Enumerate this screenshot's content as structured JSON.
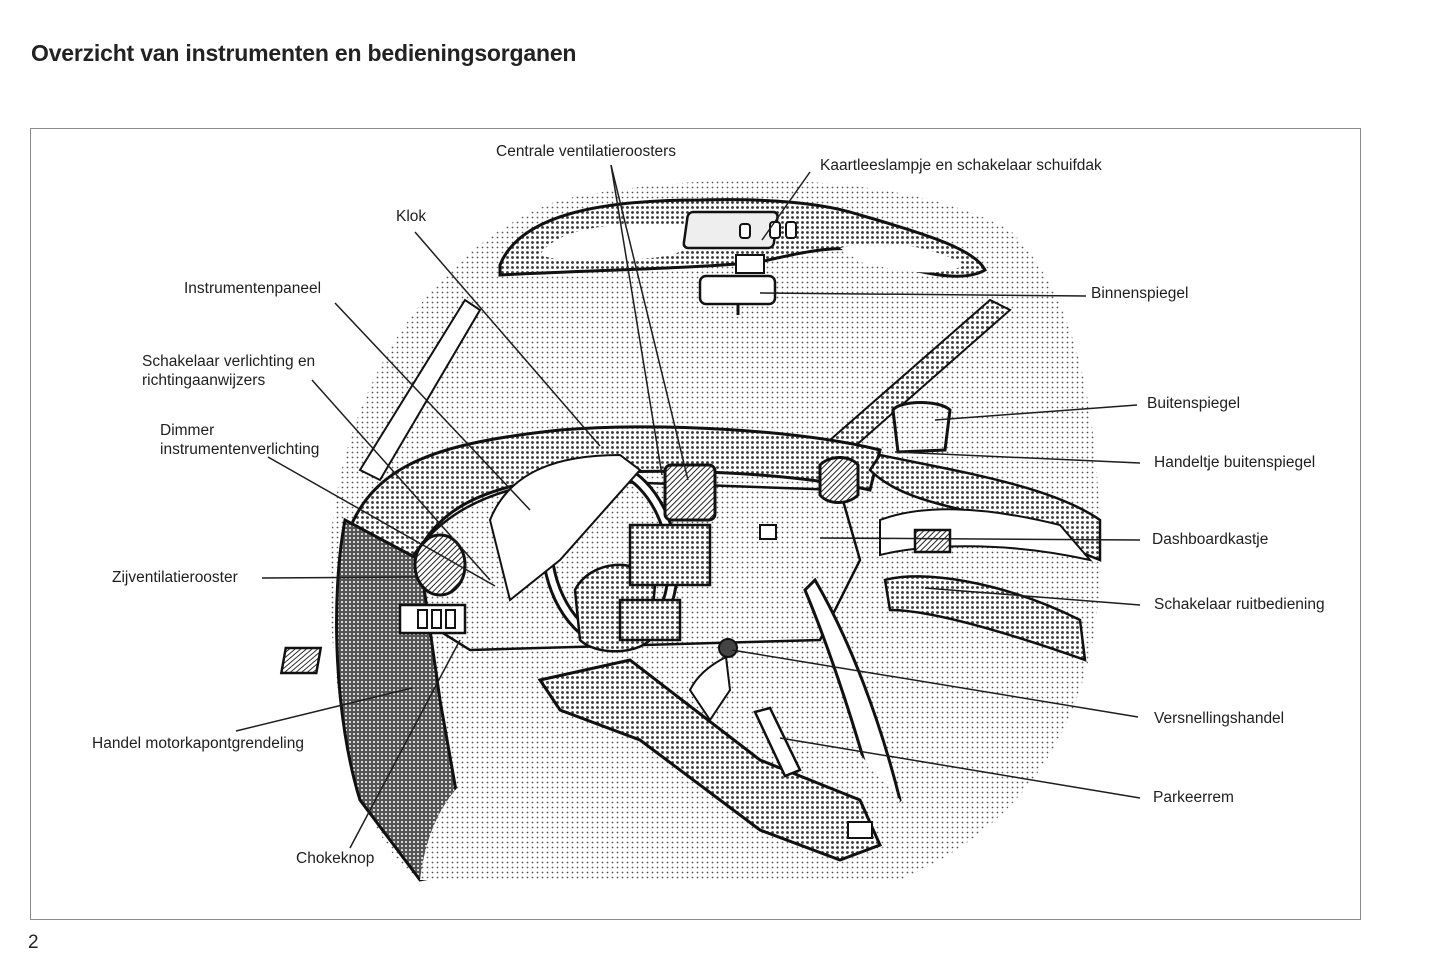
{
  "page": {
    "title": "Overzicht van instrumenten en bedieningsorganen",
    "page_number": "2"
  },
  "labels": {
    "centrale_ventilatieroosters": "Centrale ventilatieroosters",
    "kaartleeslampje": "Kaartleeslampje en schakelaar schuifdak",
    "klok": "Klok",
    "instrumentenpaneel": "Instrumentenpaneel",
    "schakelaar_verlichting_1": "Schakelaar verlichting en",
    "schakelaar_verlichting_2": "richtingaanwijzers",
    "dimmer_1": "Dimmer",
    "dimmer_2": "instrumentenverlichting",
    "zijventilatierooster": "Zijventilatierooster",
    "handel_motorkap": "Handel motorkapontgrendeling",
    "chokeknop": "Chokeknop",
    "binnenspiegel": "Binnenspiegel",
    "buitenspiegel": "Buitenspiegel",
    "handeltje_buitenspiegel": "Handeltje buitenspiegel",
    "dashboardkastje": "Dashboardkastje",
    "schakelaar_ruitbediening": "Schakelaar ruitbediening",
    "versnellingshandel": "Versnellingshandel",
    "parkeerrem": "Parkeerrem"
  }
}
